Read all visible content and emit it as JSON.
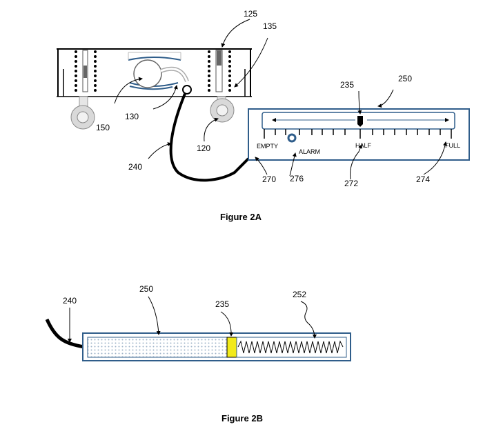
{
  "figure_2a": {
    "caption": "Figure 2A",
    "refs": {
      "r125": "125",
      "r135": "135",
      "r150": "150",
      "r130": "130",
      "r120": "120",
      "r240": "240",
      "r235": "235",
      "r250": "250",
      "r270": "270",
      "r276": "276",
      "r272": "272",
      "r274": "274"
    },
    "gauge": {
      "empty": "EMPTY",
      "alarm": "ALARM",
      "half": "HALF",
      "full": "FULL"
    }
  },
  "figure_2b": {
    "caption": "Figure 2B",
    "refs": {
      "r240": "240",
      "r250": "250",
      "r235": "235",
      "r252": "252"
    },
    "piston_color": "#f2ea1a"
  },
  "colors": {
    "accent_blue": "#2f5d8a",
    "wheel_gray": "#d9d9d9"
  }
}
